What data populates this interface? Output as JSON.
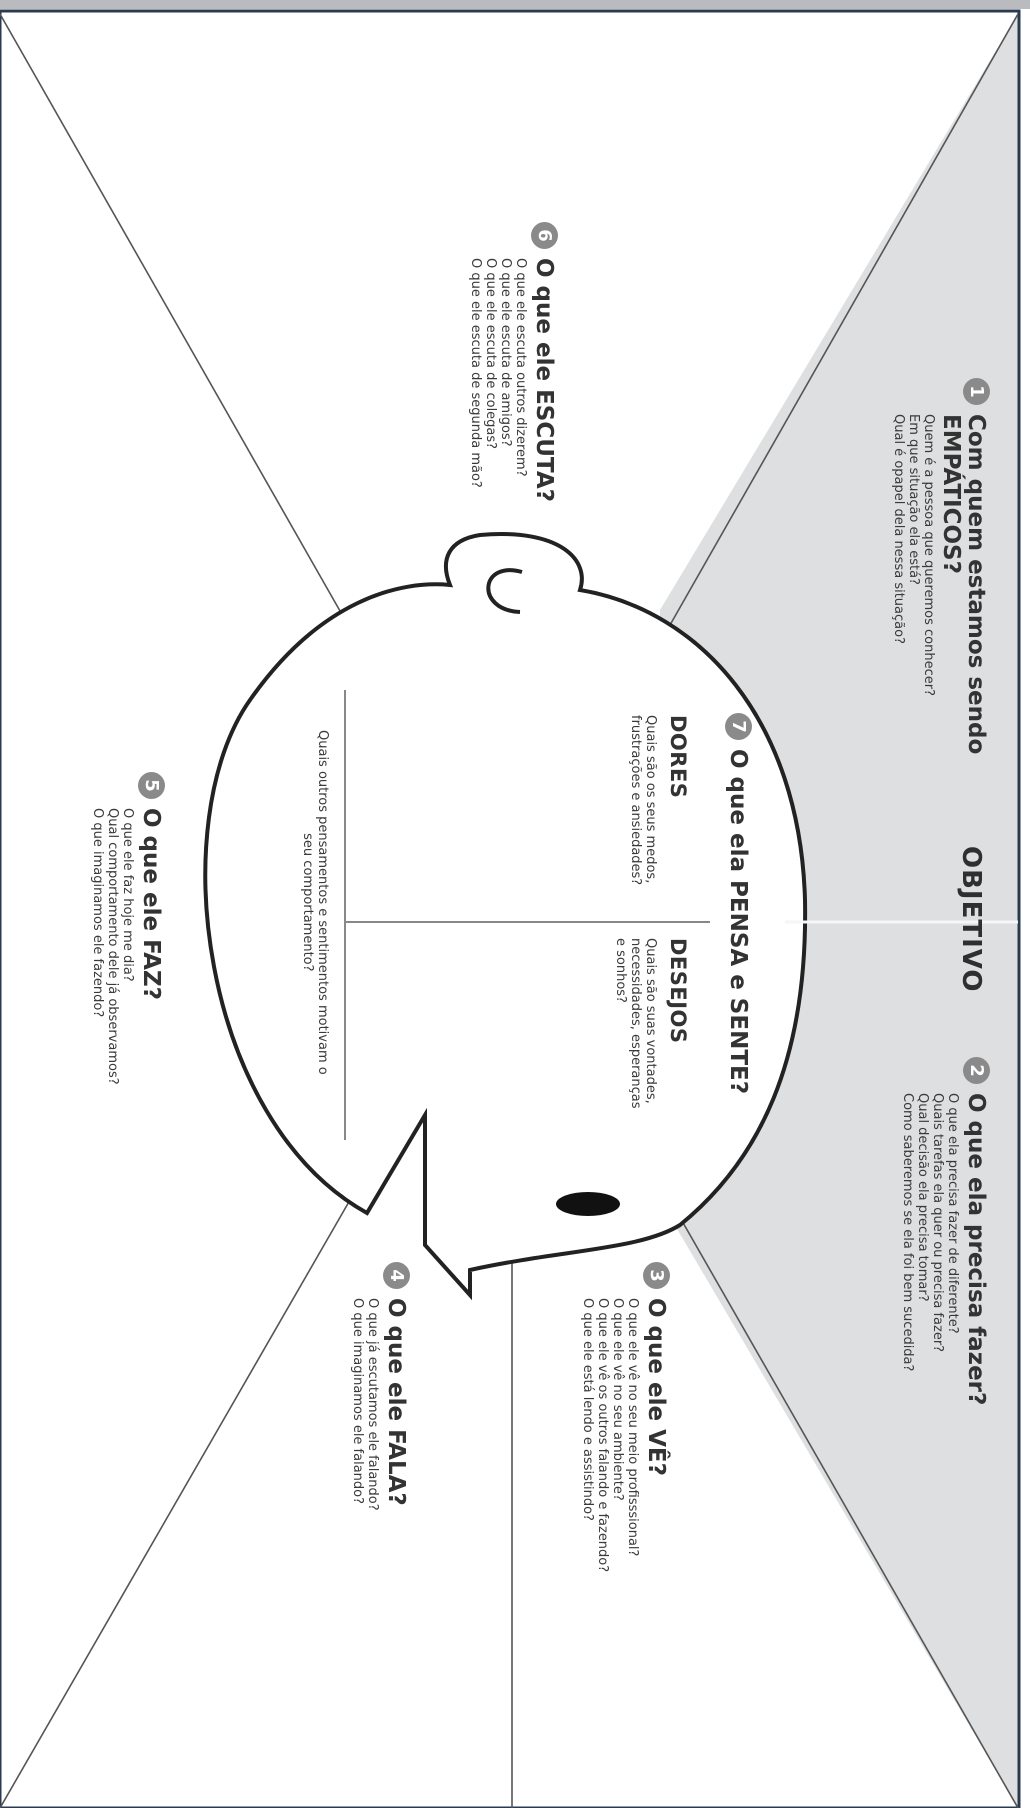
{
  "colors": {
    "grey_area": "#dedfe0",
    "frame": "#2a3b4f",
    "lines": "#555555"
  },
  "objective": "OBJETIVO",
  "sections": [
    {
      "key": "s1",
      "number": "1",
      "title_lines": [
        "Com quem estamos sendo",
        "EMPÁTICOS?"
      ],
      "questions": [
        "Quem é a pessoa que queremos conhecer?",
        "Em que situação ela está?",
        "Qual é opapel dela nessa situação?"
      ]
    },
    {
      "key": "s2",
      "number": "2",
      "title_lines": [
        "O que ela precisa fazer?"
      ],
      "questions": [
        "O que ela precisa fazer de diferente?",
        "Quais tarefas ela quer ou precisa fazer?",
        "Qual decisão ela precisa tomar?",
        "Como saberemos se ela foi bem sucedida?"
      ]
    },
    {
      "key": "s3",
      "number": "3",
      "title_lines": [
        "O que ele VÊ?"
      ],
      "questions": [
        "O que ele vê no seu meio profisssional?",
        "O que ele vê no seu ambiente?",
        "O que ele vê os outros falando e fazendo?",
        "O que ele está lendo e assistindo?"
      ]
    },
    {
      "key": "s4",
      "number": "4",
      "title_lines": [
        "O que ele FALA?"
      ],
      "questions": [
        "O que já escutamos ele falando?",
        "O que imaginamos ele falando?"
      ]
    },
    {
      "key": "s5",
      "number": "5",
      "title_lines": [
        "O que ele FAZ?"
      ],
      "questions": [
        "O que ele faz hoje me dia?",
        "Qual comportamento dele já observamos?",
        "O que imaginamos ele fazendo?"
      ]
    },
    {
      "key": "s6",
      "number": "6",
      "title_lines": [
        "O que ele ESCUTA?"
      ],
      "questions": [
        "O que ele escuta outros dizerem?",
        "O que ele escuta de amigos?",
        "O que ele escuta de colegas?",
        "O que ele escuta de segunda mão?"
      ]
    },
    {
      "key": "s7",
      "number": "7",
      "title_lines": [
        "O que ela PENSA e SENTE?"
      ],
      "questions": []
    }
  ],
  "head": {
    "dores_title": "DORES",
    "dores_text": [
      "Quais são os seus medos,",
      "frustrações e ansiedades?"
    ],
    "desejos_title": "DESEJOS",
    "desejos_text": [
      "Quais são suas vontades,",
      "necessidades, esperanças",
      "e sonhos?"
    ],
    "others_text": [
      "Quais outros pensamentos e sentimentos motivam o",
      "seu comportamento?"
    ]
  }
}
